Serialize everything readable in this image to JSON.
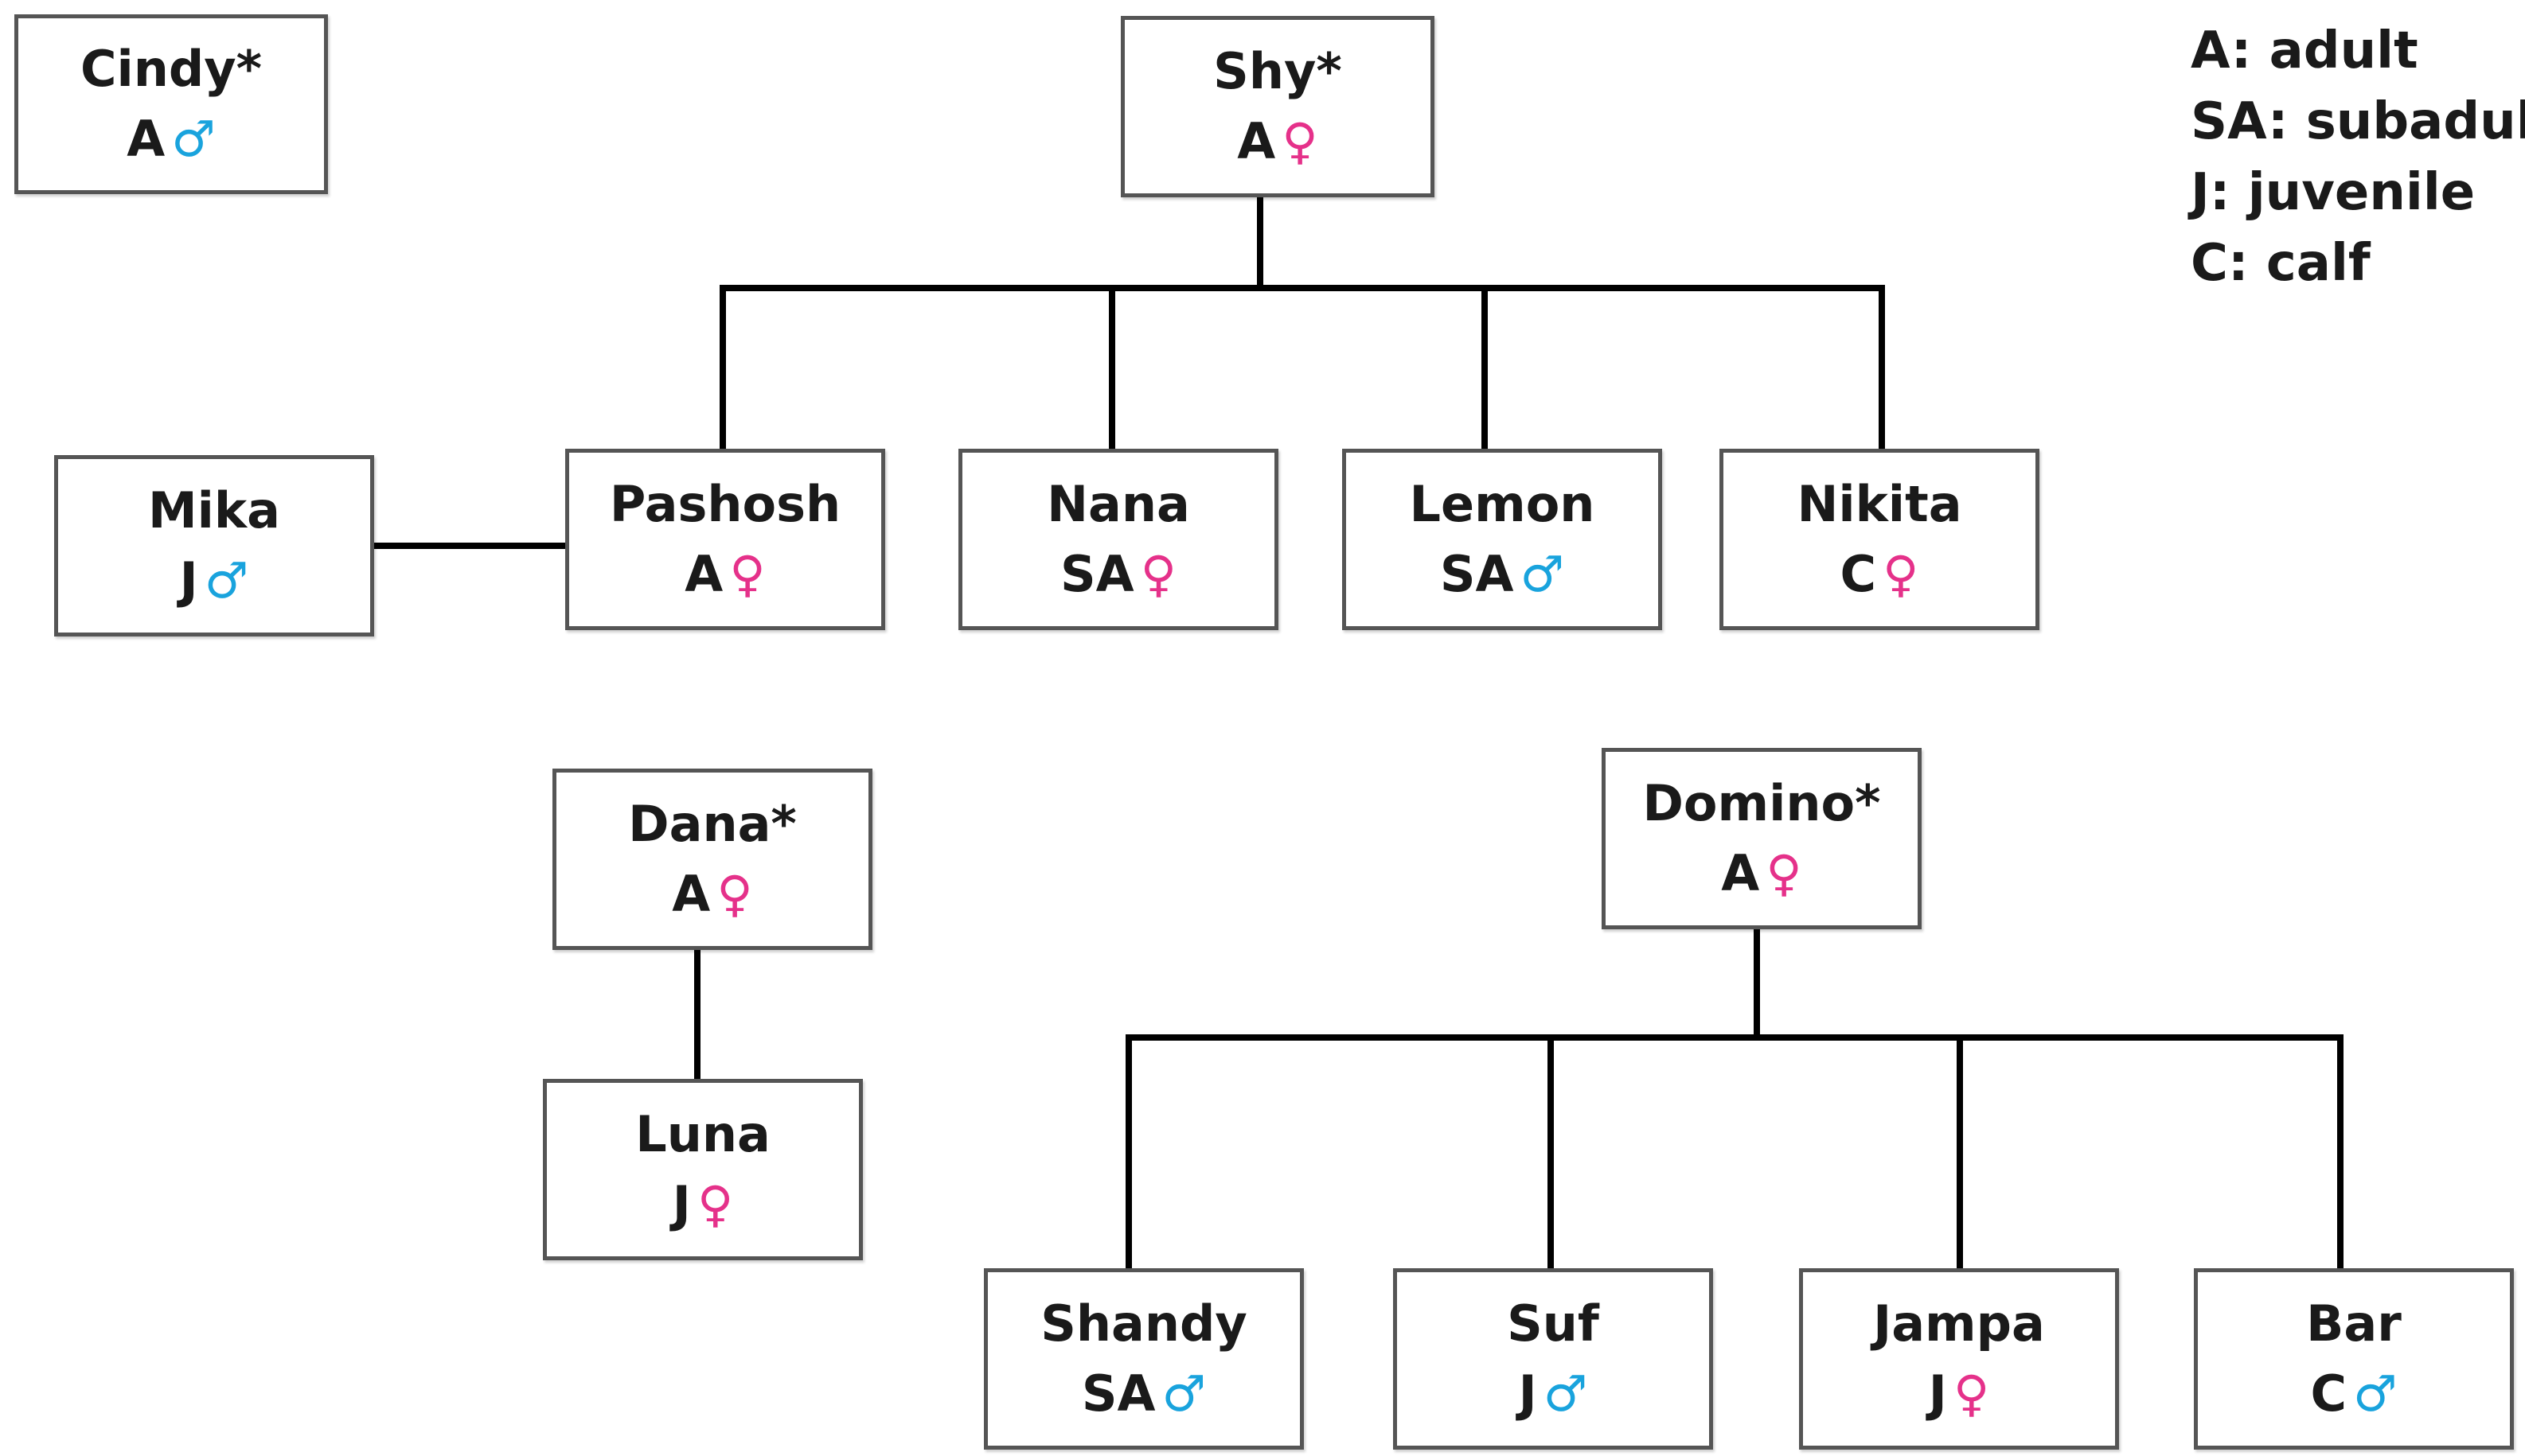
{
  "colors": {
    "male": "#19a3dd",
    "female": "#e5318a",
    "line": "#000000",
    "border": "#555555"
  },
  "legend": [
    "A: adult",
    "SA: subadult",
    "J: juvenile",
    "C: calf"
  ],
  "nodes": {
    "cindy": {
      "name": "Cindy*",
      "age": "A",
      "sex": "male"
    },
    "shy": {
      "name": "Shy*",
      "age": "A",
      "sex": "female"
    },
    "mika": {
      "name": "Mika",
      "age": "J",
      "sex": "male"
    },
    "pashosh": {
      "name": "Pashosh",
      "age": "A",
      "sex": "female"
    },
    "nana": {
      "name": "Nana",
      "age": "SA",
      "sex": "female"
    },
    "lemon": {
      "name": "Lemon",
      "age": "SA",
      "sex": "male"
    },
    "nikita": {
      "name": "Nikita",
      "age": "C",
      "sex": "female"
    },
    "dana": {
      "name": "Dana*",
      "age": "A",
      "sex": "female"
    },
    "luna": {
      "name": "Luna",
      "age": "J",
      "sex": "female"
    },
    "domino": {
      "name": "Domino*",
      "age": "A",
      "sex": "female"
    },
    "shandy": {
      "name": "Shandy",
      "age": "SA",
      "sex": "male"
    },
    "suf": {
      "name": "Suf",
      "age": "J",
      "sex": "male"
    },
    "jampa": {
      "name": "Jampa",
      "age": "J",
      "sex": "female"
    },
    "bar": {
      "name": "Bar",
      "age": "C",
      "sex": "male"
    }
  },
  "symbols": {
    "male": "♂",
    "female": "♀"
  }
}
